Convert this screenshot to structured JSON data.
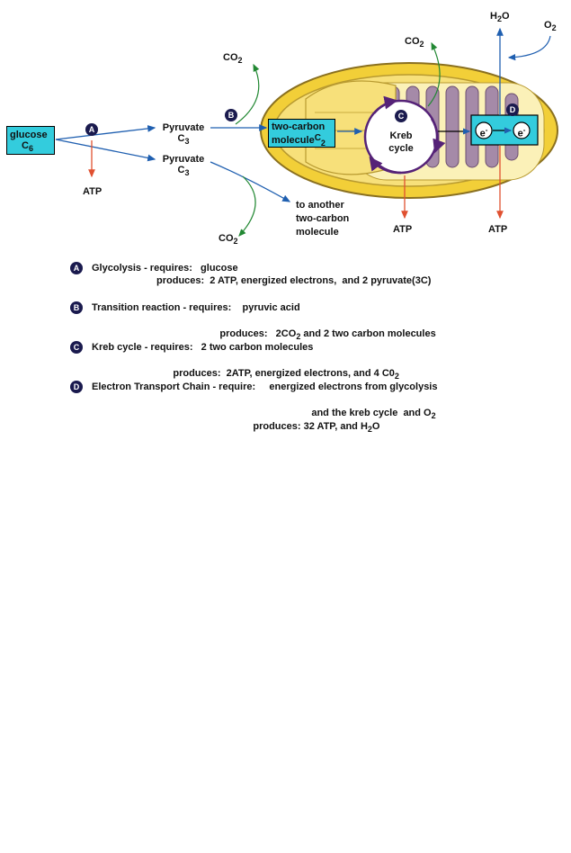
{
  "diagram": {
    "glucose_label": "glucose",
    "glucose_sub": "C",
    "glucose_sub_n": "6",
    "pyruvate_top": "Pyruvate",
    "pyruvate_top_sub": "C",
    "pyruvate_top_n": "3",
    "pyruvate_bottom": "Pyruvate",
    "pyruvate_bottom_sub": "C",
    "pyruvate_bottom_n": "3",
    "atp_left": "ATP",
    "co2_top": "CO",
    "co2_top_n": "2",
    "co2_bottom": "CO",
    "co2_bottom_n": "2",
    "co2_krebs": "CO",
    "co2_krebs_n": "2",
    "two_carbon_line1": "two-carbon",
    "two_carbon_line2": "molecule",
    "two_carbon_sub": "C",
    "two_carbon_n": "2",
    "kreb_line1": "Kreb",
    "kreb_line2": "cycle",
    "another_line1": "to another",
    "another_line2": "two-carbon",
    "another_line3": "molecule",
    "atp_krebs": "ATP",
    "atp_etc": "ATP",
    "h2o": "H",
    "h2o_n": "2",
    "h2o_o": "O",
    "o2": "O",
    "o2_n": "2",
    "electron_left": "e",
    "electron_right": "e",
    "electron_charge": "-",
    "badge_a": "A",
    "badge_b": "B",
    "badge_c": "C",
    "badge_d": "D"
  },
  "legend": [
    {
      "badge": "A",
      "line1": "Glycolysis - requires:   glucose",
      "line2": "produces:  2 ATP, energized electrons,  and 2 pyruvate(3C)"
    },
    {
      "badge": "B",
      "line1": "Transition reaction - requires:    pyruvic acid",
      "line2a": "produces:   2CO",
      "line2_sub": "2",
      "line2b": " and 2 two carbon molecules"
    },
    {
      "badge": "C",
      "line1": "Kreb cycle - requires:   2 two carbon molecules",
      "line2a": "produces:  2ATP, energized electrons, and 4 C0",
      "line2_sub": "2"
    },
    {
      "badge": "D",
      "line1": "Electron Transport Chain - require:     energized electrons from glycolysis",
      "line2a": "and the kreb cycle  and O",
      "line2_sub": "2",
      "line3a": "produces: 32 ATP, and H",
      "line3_sub": "2",
      "line3b": "O"
    }
  ]
}
